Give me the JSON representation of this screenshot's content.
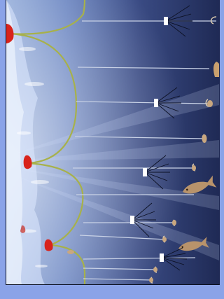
{
  "diagram": {
    "type": "longline-fishing-illustration",
    "colors": {
      "background": "#8aa3e8",
      "deep_water": "#26335f",
      "light_rays": "#d8e4ff",
      "surface_foam": "#eaf3ff",
      "mainline": "#a7b14a",
      "buoy": "#d8231c",
      "branch_line": "#c9d2e6",
      "lightstick": "#ffffff",
      "catch": "#b8936b"
    },
    "counts": {
      "buoys": 4,
      "lightsticks": 5,
      "hooks": 9,
      "fish": 2
    }
  }
}
